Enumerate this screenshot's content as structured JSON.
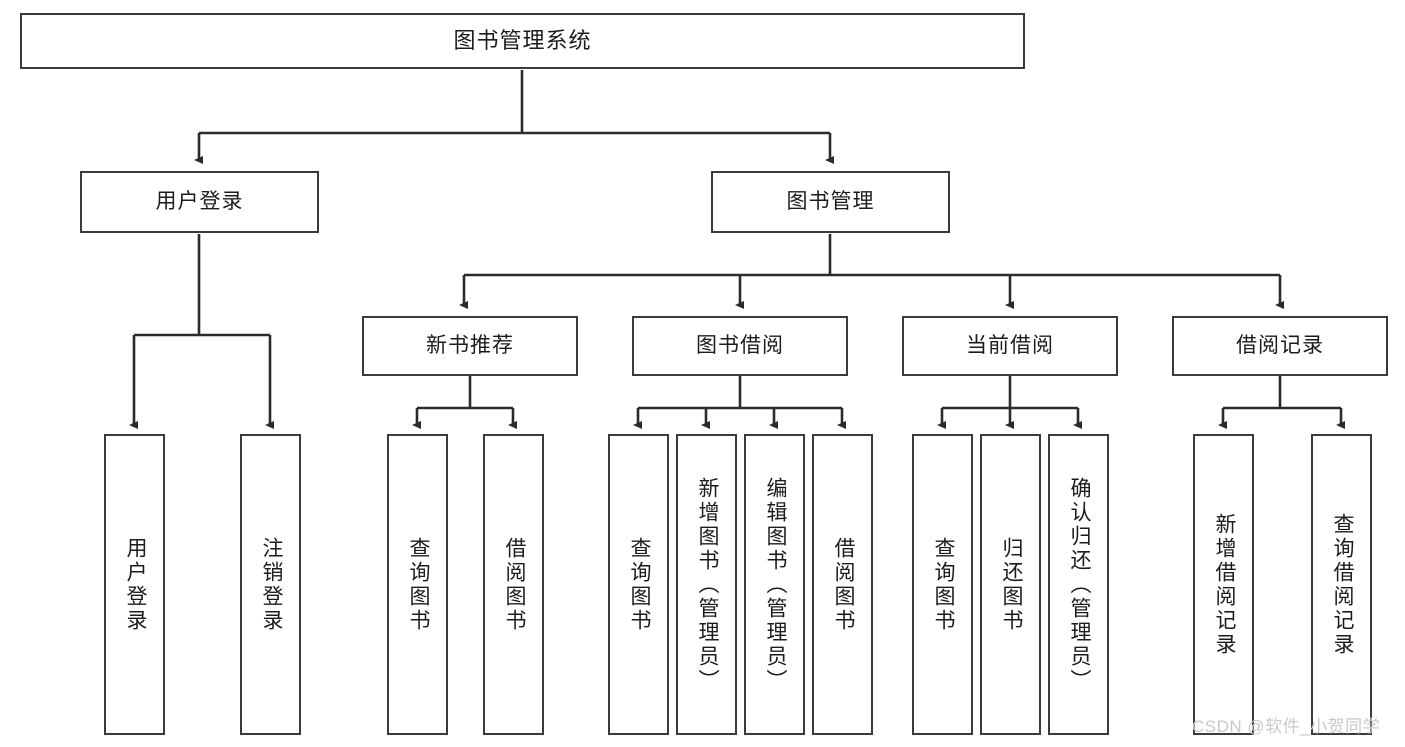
{
  "diagram": {
    "title": "图书管理系统",
    "type": "hierarchy-tree",
    "watermark": "CSDN @软件_小贺同学",
    "colors": {
      "box_border": "#3b3b3b",
      "box_fill": "#ffffff",
      "connector": "#2b2b2b",
      "text": "#1c1c1c",
      "watermark": "#c9c9c9"
    },
    "nodes": {
      "root": {
        "label": "图书管理系统"
      },
      "level2": [
        {
          "id": "user-login",
          "label": "用户登录"
        },
        {
          "id": "book-manage",
          "label": "图书管理"
        }
      ],
      "level3": [
        {
          "id": "new-book-recommend",
          "label": "新书推荐"
        },
        {
          "id": "book-borrow",
          "label": "图书借阅"
        },
        {
          "id": "current-borrow",
          "label": "当前借阅"
        },
        {
          "id": "borrow-record",
          "label": "借阅记录"
        }
      ],
      "leaves": {
        "user-login": [
          {
            "id": "leaf-user-login",
            "label": "用户登录"
          },
          {
            "id": "leaf-user-logout",
            "label": "注销登录"
          }
        ],
        "new-book-recommend": [
          {
            "id": "leaf-query-book-1",
            "label": "查询图书"
          },
          {
            "id": "leaf-borrow-book-1",
            "label": "借阅图书"
          }
        ],
        "book-borrow": [
          {
            "id": "leaf-query-book-2",
            "label": "查询图书"
          },
          {
            "id": "leaf-add-book",
            "label": "新增图书（管理员）"
          },
          {
            "id": "leaf-edit-book",
            "label": "编辑图书（管理员）"
          },
          {
            "id": "leaf-borrow-book-2",
            "label": "借阅图书"
          }
        ],
        "current-borrow": [
          {
            "id": "leaf-query-book-3",
            "label": "查询图书"
          },
          {
            "id": "leaf-return-book",
            "label": "归还图书"
          },
          {
            "id": "leaf-confirm-return",
            "label": "确认归还（管理员）"
          }
        ],
        "borrow-record": [
          {
            "id": "leaf-add-record",
            "label": "新增借阅记录"
          },
          {
            "id": "leaf-query-record",
            "label": "查询借阅记录"
          }
        ]
      }
    }
  }
}
